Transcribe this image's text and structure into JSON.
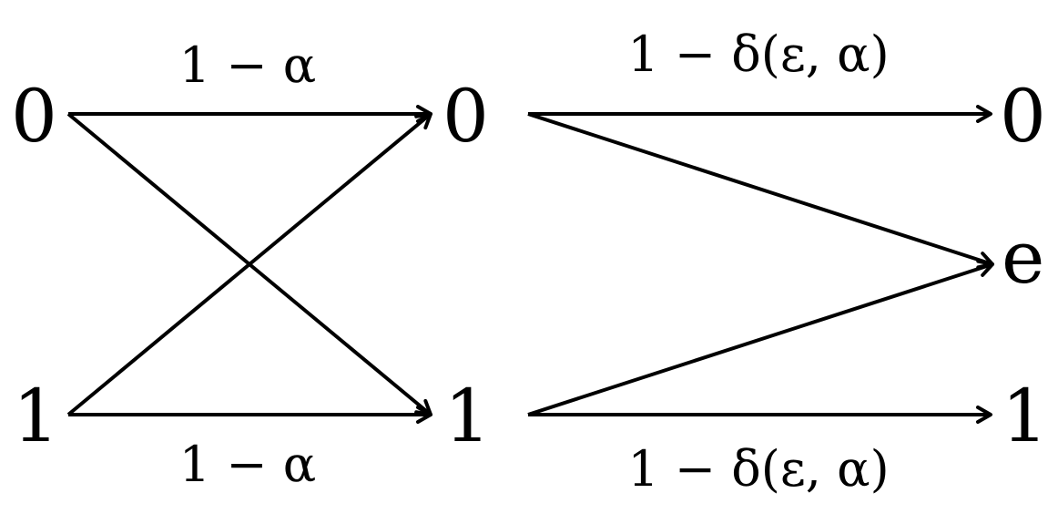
{
  "channel_one": {
    "inputs": [
      "0",
      "1"
    ],
    "outputs": [
      "0",
      "1"
    ],
    "label_top": "1 − α",
    "label_bottom": "1 − α"
  },
  "channel_two": {
    "outputs": [
      "0",
      "e",
      "1"
    ],
    "label_top": "1 − δ(ε, α)",
    "label_bottom": "1 − δ(ε, α)"
  }
}
